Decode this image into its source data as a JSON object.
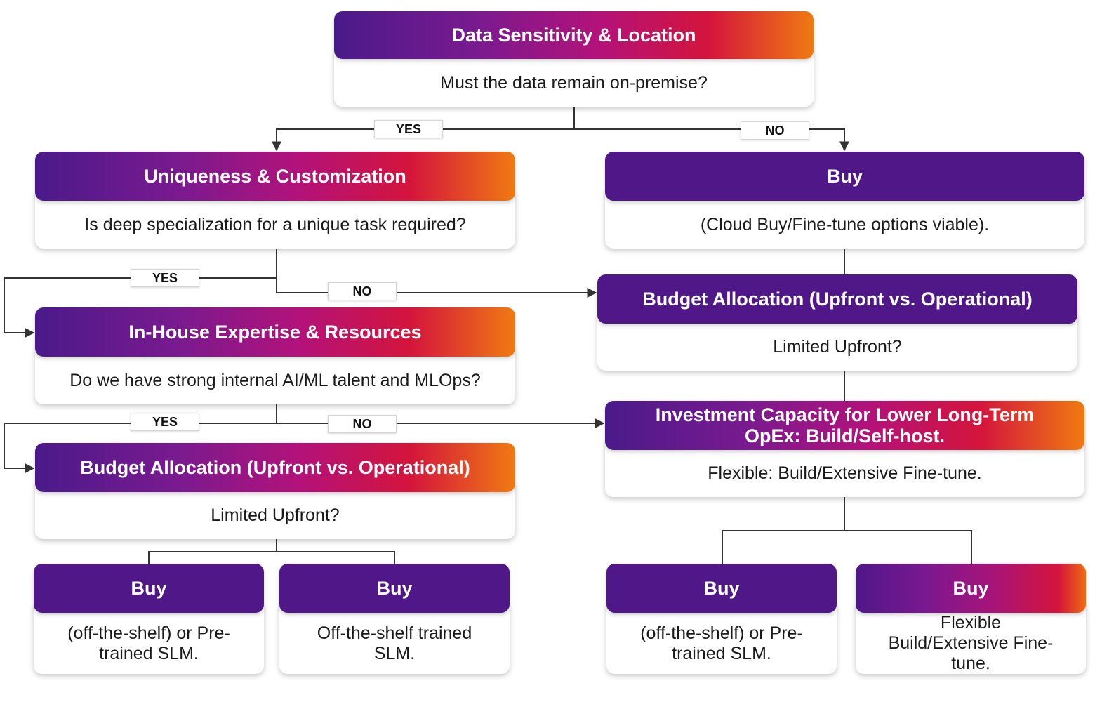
{
  "nodes": {
    "data_sensitivity": {
      "title": "Data Sensitivity & Location",
      "question": "Must the data remain on-premise?"
    },
    "uniqueness": {
      "title": "Uniqueness & Customization",
      "question": "Is deep specialization for a unique task required?"
    },
    "buy_cloud": {
      "title": "Buy",
      "question": "(Cloud Buy/Fine-tune options viable)."
    },
    "in_house": {
      "title": "In-House Expertise & Resources",
      "question": "Do we have strong internal AI/ML talent and MLOps?"
    },
    "budget_right": {
      "title": "Budget Allocation (Upfront vs. Operational)",
      "question": "Limited Upfront?"
    },
    "budget_left": {
      "title": "Budget Allocation (Upfront vs. Operational)",
      "question": "Limited Upfront?"
    },
    "investment": {
      "title": "Investment Capacity for Lower Long-Term OpEx: Build/Self-host.",
      "question": "Flexible: Build/Extensive Fine-tune."
    },
    "buy_1": {
      "title": "Buy",
      "text": "(off-the-shelf) or Pre-trained SLM."
    },
    "buy_2": {
      "title": "Buy",
      "text": "Off-the-shelf trained SLM."
    },
    "buy_3": {
      "title": "Buy",
      "text": "(off-the-shelf) or Pre-trained SLM."
    },
    "buy_4": {
      "title": "Buy",
      "text": "Flexible Build/Extensive Fine-tune."
    }
  },
  "edge_labels": {
    "yes_1": "YES",
    "no_1": "NO",
    "yes_2": "YES",
    "no_2": "NO",
    "yes_3": "YES",
    "no_3": "NO"
  },
  "colors": {
    "purple": "#4f1787",
    "gradient_start": "#4a1a8a",
    "gradient_mid": "#b3127a",
    "gradient_red": "#d4143c",
    "gradient_end": "#f07a12",
    "connector": "#333333"
  }
}
